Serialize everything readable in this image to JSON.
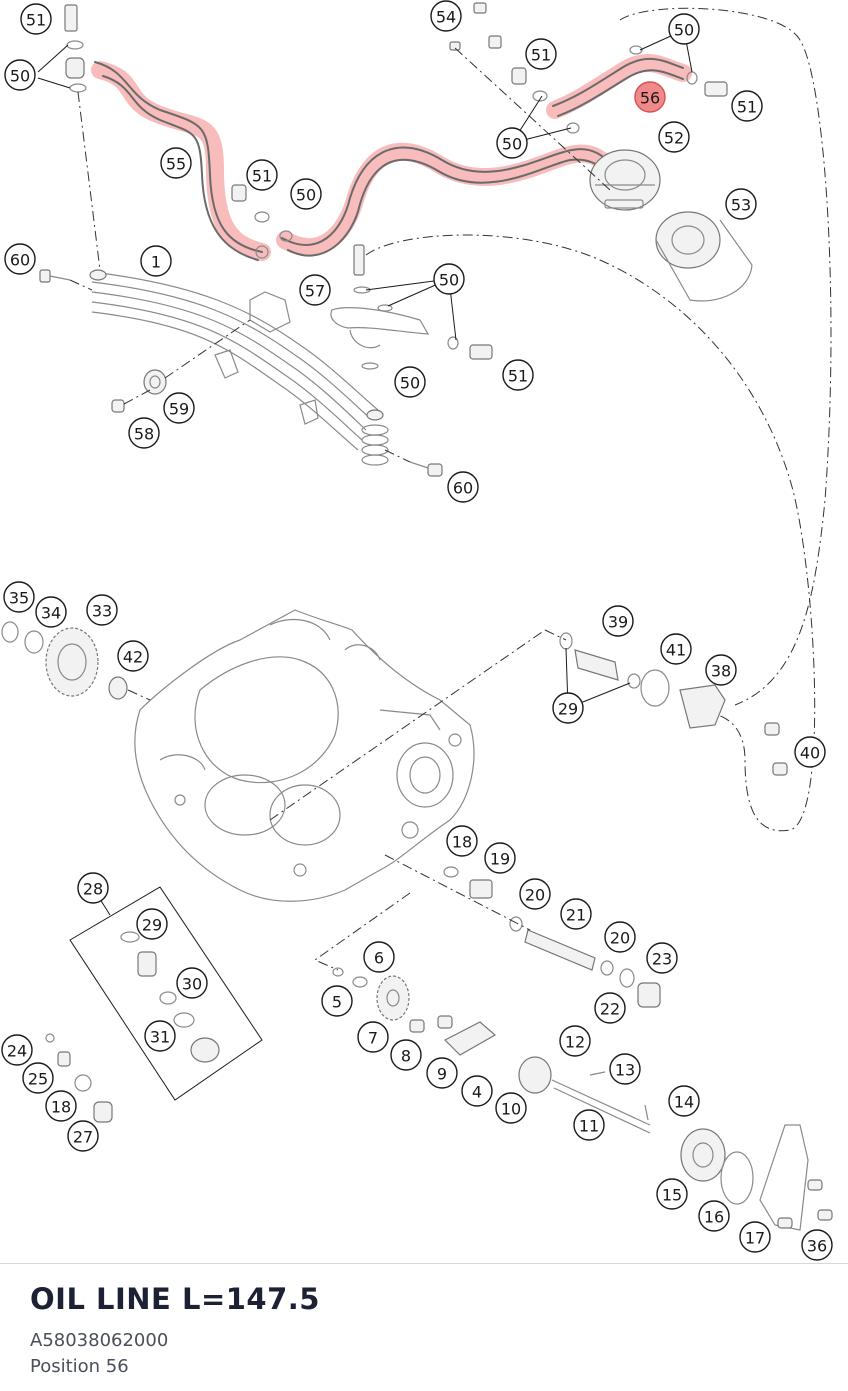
{
  "diagram": {
    "callouts": [
      {
        "label": "51"
      },
      {
        "label": "50"
      },
      {
        "label": "55"
      },
      {
        "label": "51"
      },
      {
        "label": "50"
      },
      {
        "label": "54"
      },
      {
        "label": "51"
      },
      {
        "label": "50"
      },
      {
        "label": "56"
      },
      {
        "label": "51"
      },
      {
        "label": "50"
      },
      {
        "label": "52"
      },
      {
        "label": "53"
      },
      {
        "label": "60"
      },
      {
        "label": "1"
      },
      {
        "label": "57"
      },
      {
        "label": "50"
      },
      {
        "label": "51"
      },
      {
        "label": "50"
      },
      {
        "label": "59"
      },
      {
        "label": "58"
      },
      {
        "label": "60"
      },
      {
        "label": "35"
      },
      {
        "label": "34"
      },
      {
        "label": "33"
      },
      {
        "label": "42"
      },
      {
        "label": "39"
      },
      {
        "label": "41"
      },
      {
        "label": "38"
      },
      {
        "label": "29"
      },
      {
        "label": "40"
      },
      {
        "label": "18"
      },
      {
        "label": "19"
      },
      {
        "label": "20"
      },
      {
        "label": "21"
      },
      {
        "label": "20"
      },
      {
        "label": "23"
      },
      {
        "label": "22"
      },
      {
        "label": "28"
      },
      {
        "label": "29"
      },
      {
        "label": "30"
      },
      {
        "label": "31"
      },
      {
        "label": "6"
      },
      {
        "label": "5"
      },
      {
        "label": "7"
      },
      {
        "label": "8"
      },
      {
        "label": "9"
      },
      {
        "label": "4"
      },
      {
        "label": "10"
      },
      {
        "label": "12"
      },
      {
        "label": "13"
      },
      {
        "label": "11"
      },
      {
        "label": "14"
      },
      {
        "label": "24"
      },
      {
        "label": "25"
      },
      {
        "label": "18"
      },
      {
        "label": "27"
      },
      {
        "label": "15"
      },
      {
        "label": "16"
      },
      {
        "label": "17"
      },
      {
        "label": "36"
      }
    ],
    "highlighted_label": "56",
    "highlight_color": "#ef6b6b"
  },
  "info": {
    "title": "OIL LINE L=147.5",
    "part_number": "A58038062000",
    "position": "Position 56"
  }
}
